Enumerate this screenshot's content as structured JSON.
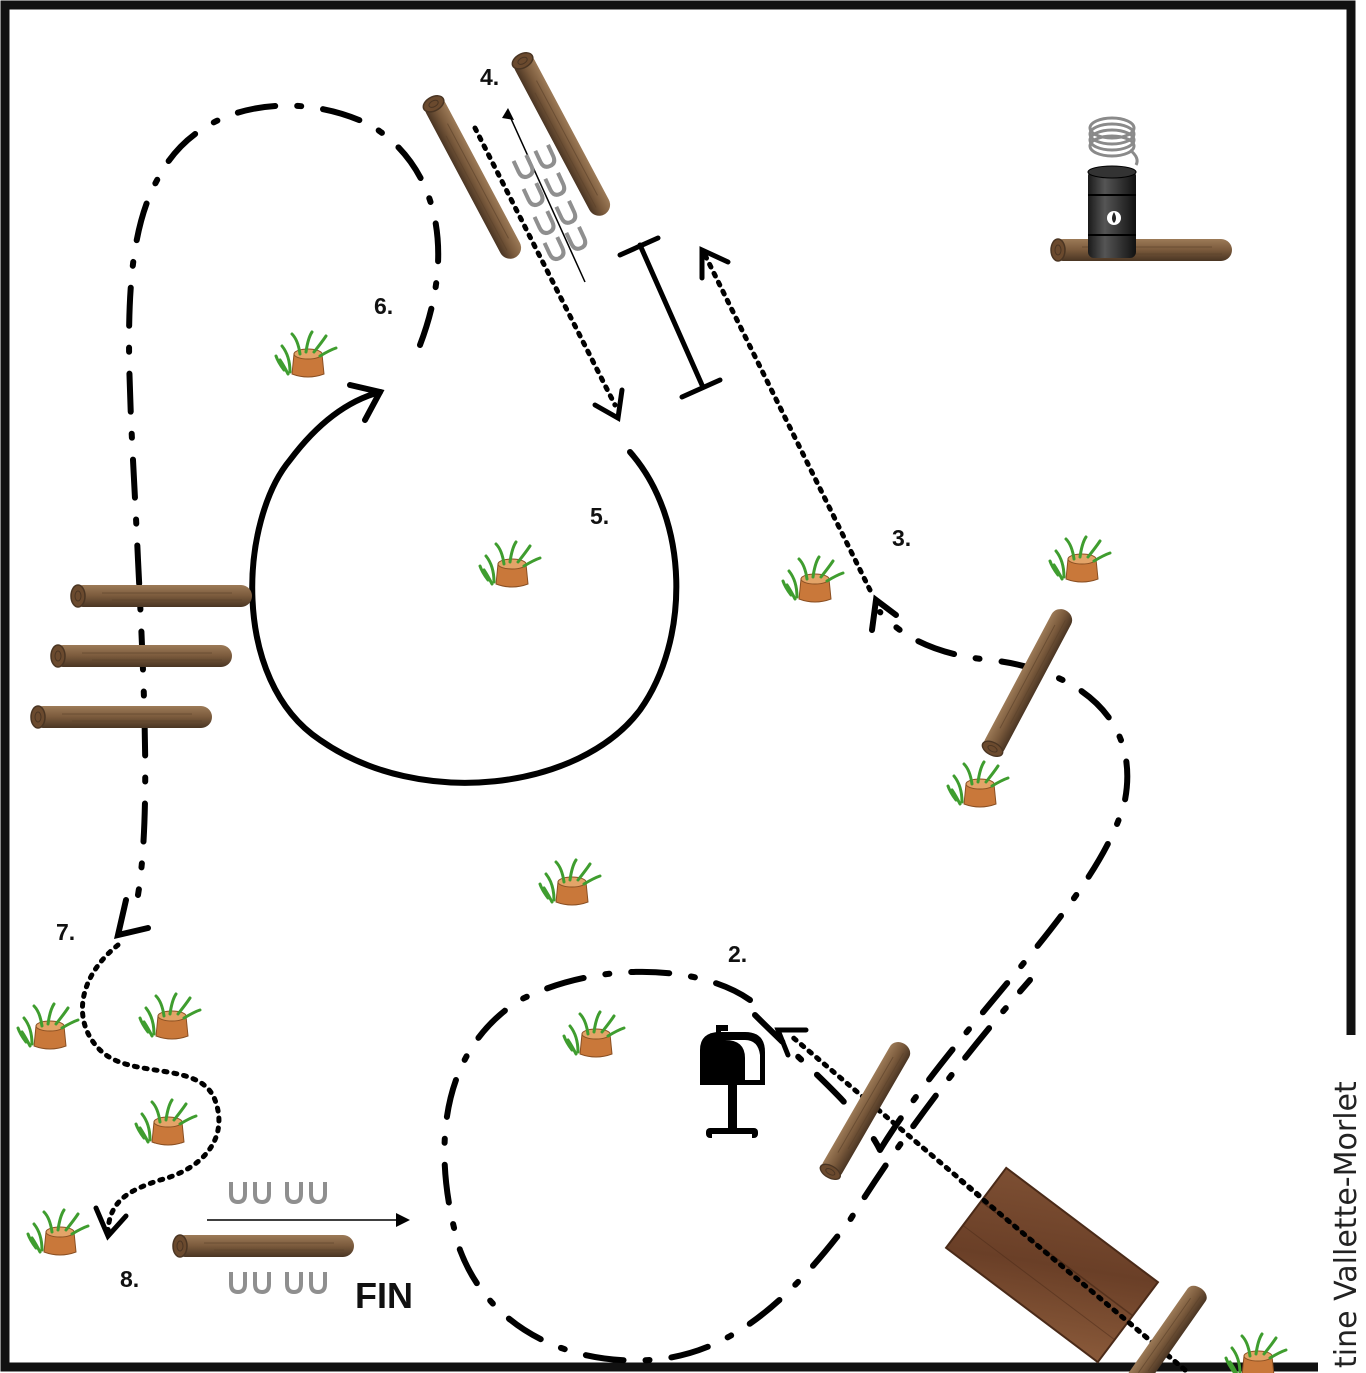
{
  "labels": {
    "step2": "2.",
    "step3": "3.",
    "step4": "4.",
    "step5": "5.",
    "step6": "6.",
    "step7": "7.",
    "step8": "8.",
    "finish": "FIN"
  },
  "credit": "tine Vallette-Morlet",
  "icons": [
    "log-icon",
    "stump-icon",
    "mailbox-icon",
    "oil-barrel-icon",
    "rope-coil-icon",
    "horseshoe-icon",
    "gate-bar-icon",
    "bridge-plank-icon"
  ],
  "colors": {
    "border": "#111111",
    "path": "#000000",
    "log": "#7a5a3c",
    "log_dark": "#4a3523",
    "grass": "#3f9d2f",
    "stump": "#c9783a",
    "horseshoe": "#9a9a9a"
  }
}
